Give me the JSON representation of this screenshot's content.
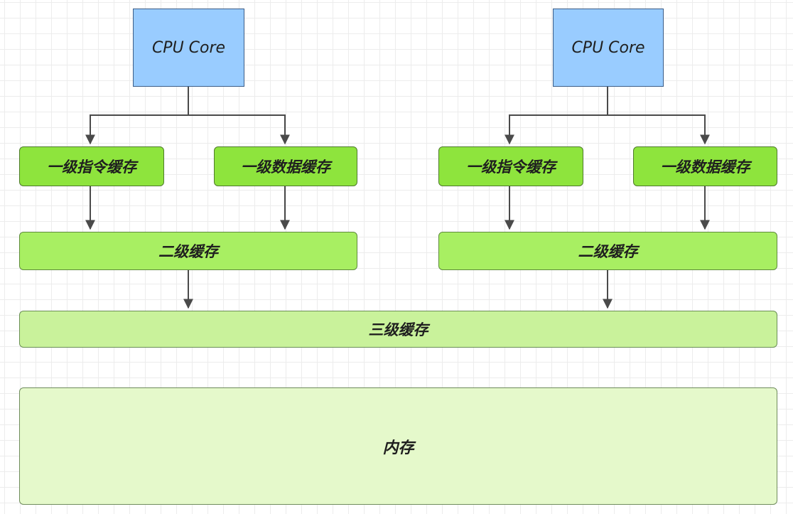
{
  "colors": {
    "cpu_fill": "#99ccff",
    "l1_fill": "#8ee43d",
    "l2_fill": "#a8ef62",
    "l3_fill": "#c9f29b",
    "memory_fill": "#e5f9cb",
    "connector": "#4a4a4a"
  },
  "cores": [
    {
      "cpu_label": "CPU Core",
      "l1_instruction_label": "一级指令缓存",
      "l1_data_label": "一级数据缓存",
      "l2_label": "二级缓存"
    },
    {
      "cpu_label": "CPU Core",
      "l1_instruction_label": "一级指令缓存",
      "l1_data_label": "一级数据缓存",
      "l2_label": "二级缓存"
    }
  ],
  "l3_label": "三级缓存",
  "memory_label": "内存"
}
